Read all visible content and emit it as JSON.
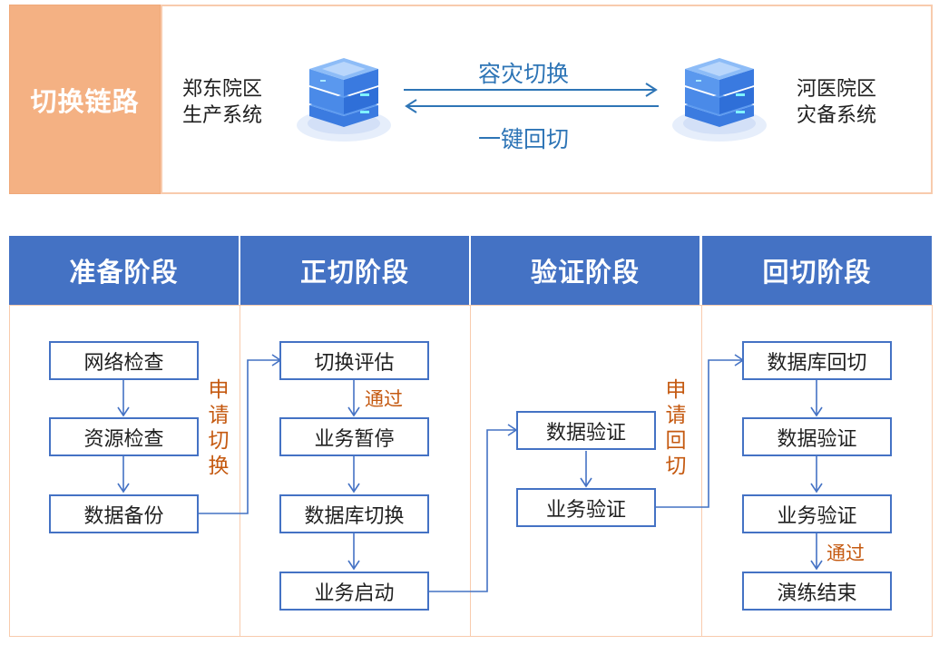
{
  "link": {
    "title": "切换链路",
    "left_site": [
      "郑东院区",
      "生产系统"
    ],
    "right_site": [
      "河医院区",
      "灾备系统"
    ],
    "forward_label": "容灾切换",
    "back_label": "一键回切"
  },
  "stages": [
    {
      "title": "准备阶段",
      "nodes": [
        "网络检查",
        "资源检查",
        "数据备份"
      ]
    },
    {
      "title": "正切阶段",
      "nodes": [
        "切换评估",
        "业务暂停",
        "数据库切换",
        "业务启动"
      ]
    },
    {
      "title": "验证阶段",
      "nodes": [
        "数据验证",
        "业务验证"
      ]
    },
    {
      "title": "回切阶段",
      "nodes": [
        "数据库回切",
        "数据验证",
        "业务验证",
        "演练结束"
      ]
    }
  ],
  "labels": {
    "apply_switch": [
      "申",
      "请",
      "切",
      "换"
    ],
    "apply_back": [
      "申",
      "请",
      "回",
      "切"
    ],
    "pass_1": "通过",
    "pass_2": "通过"
  },
  "colors": {
    "accent_blue": "#4472c4",
    "label_orange": "#c55a11",
    "link_blue": "#2e75b6",
    "panel_orange": "#f4b183"
  }
}
